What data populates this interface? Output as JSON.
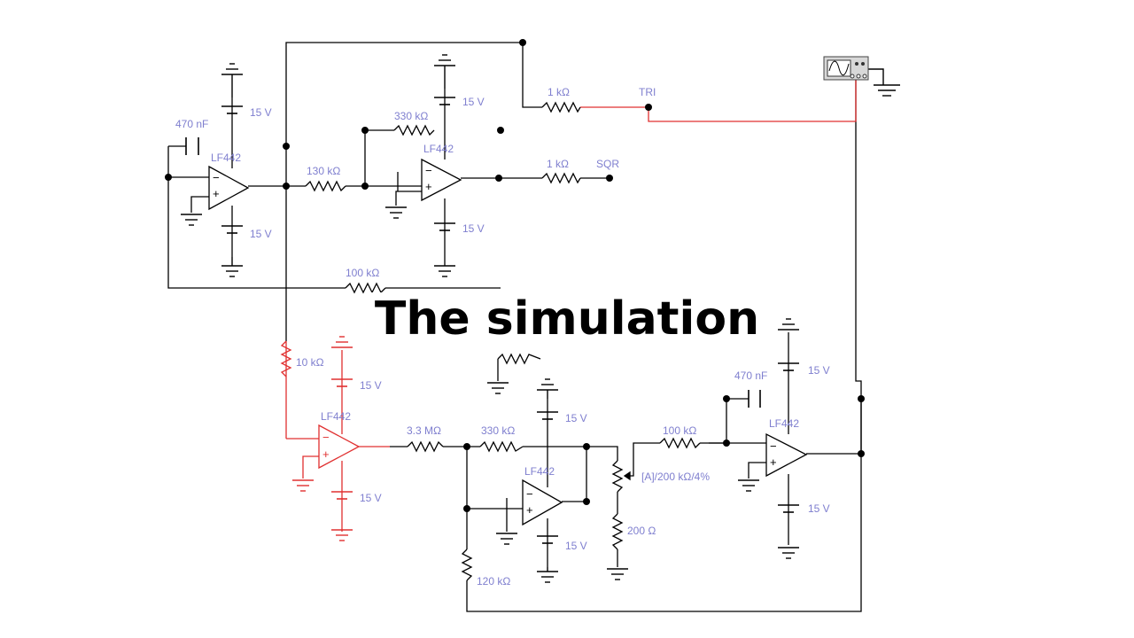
{
  "title": "The simulation",
  "colors": {
    "wire": "#000000",
    "label": "#7f7fcf",
    "highlight": "#e03030",
    "background": "#ffffff"
  },
  "labels": {
    "opamp1": "LF442",
    "opamp2": "LF442",
    "opamp3": "LF442",
    "opamp4": "LF442",
    "opamp5": "LF442",
    "cap1": "470 nF",
    "cap2": "470 nF",
    "r_130k": "130 kΩ",
    "r_330k_top": "330 kΩ",
    "r_1k_tri": "1 kΩ",
    "r_1k_sqr": "1 kΩ",
    "r_100k_top": "100 kΩ",
    "r_10k": "10 kΩ",
    "r_3_3M": "3.3 MΩ",
    "r_330k_bot": "330 kΩ",
    "r_100k_bot": "100 kΩ",
    "pot": "[A]/200 kΩ/4%",
    "r_200": "200 Ω",
    "r_120k": "120 kΩ",
    "tri": "TRI",
    "sqr": "SQR",
    "v1": "15 V",
    "v2": "15 V",
    "v3": "15 V",
    "v4": "15 V",
    "v5": "15 V",
    "v6": "15 V",
    "v7": "15 V",
    "v8": "15 V",
    "v9": "15 V",
    "v10": "15 V"
  },
  "icons": {
    "oscilloscope": "oscilloscope-icon"
  }
}
